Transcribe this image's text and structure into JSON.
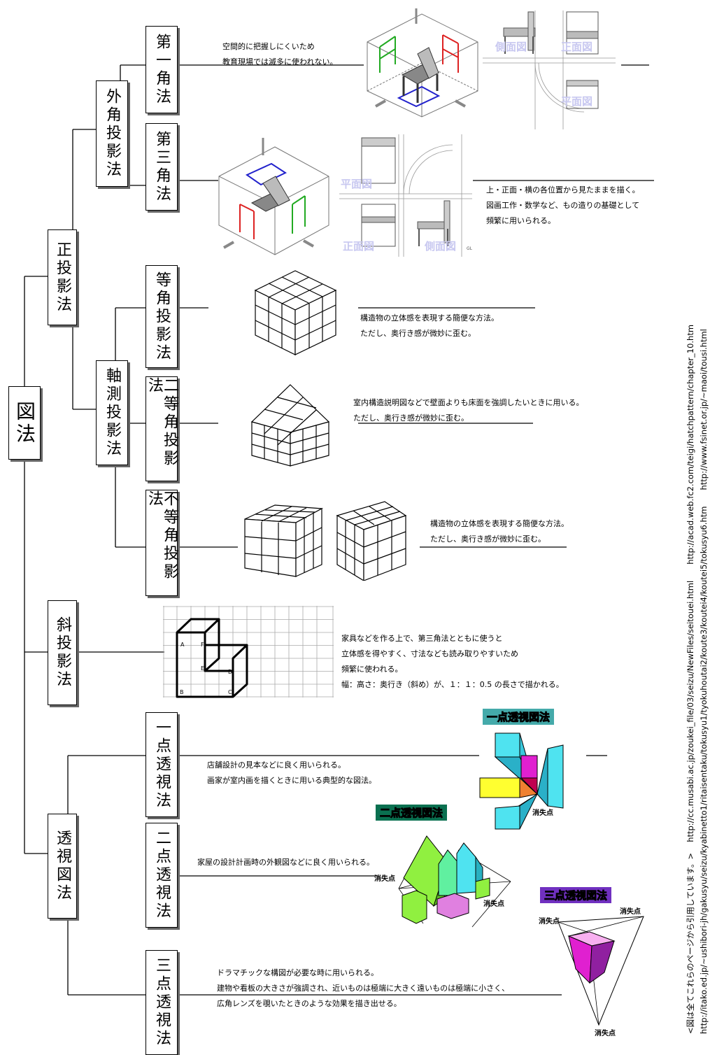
{
  "nodes": {
    "root": "図法",
    "seito": "正投影法",
    "gaikaku": "外角投影法",
    "daiichi": "第一角法",
    "daisan": "第三角法",
    "jikusoku": "軸測投影法",
    "tokaku": "等角投影法",
    "nitokaku": "二等角投影法",
    "futokaku": "不等角投影法",
    "shato": "斜投影法",
    "toshi": "透視図法",
    "itten": "一点透視法",
    "niten": "二点透視法",
    "santen": "三点透視法"
  },
  "descriptions": {
    "daiichi": [
      "空間的に把握しにくいため",
      "教育現場では滅多に使われない。"
    ],
    "daisan": [
      "上・正面・横の各位置から見たままを描く。",
      "図画工作・数学など、もの造りの基礎として",
      "頻繁に用いられる。"
    ],
    "tokaku": [
      "構造物の立体感を表現する簡便な方法。",
      "ただし、奥行き感が微妙に歪む。"
    ],
    "nitokaku": [
      "室内構造説明図などで壁面よりも床面を強調したいときに用いる。",
      "ただし、奥行き感が微妙に歪む。"
    ],
    "futokaku": [
      "構造物の立体感を表現する簡便な方法。",
      "ただし、奥行き感が微妙に歪む。"
    ],
    "shato": [
      "家具などを作る上で、第三角法とともに使うと",
      "立体感を得やすく、寸法なども読み取りやすいため",
      "頻繁に使われる。",
      "幅：高さ：奥行き（斜め）が、１：１：0.5 の長さで描かれる。"
    ],
    "itten": [
      "店舗設計の見本などに良く用いられる。",
      "画家が室内画を描くときに用いる典型的な図法。"
    ],
    "niten": [
      "家屋の設計計画時の外観図などに良く用いられる。"
    ],
    "santen": [
      "ドラマチックな構図が必要な時に用いられる。",
      "建物や看板の大きさが強調され、近いものは極端に大きく遠いものは極端に小さく、",
      "広角レンズを覗いたときのような効果を描き出せる。"
    ]
  },
  "figure_labels": {
    "side_view": "側面図",
    "front_view": "正面図",
    "plan_view": "平面図",
    "gl": "GL",
    "point_labels": [
      "A",
      "F",
      "E",
      "D",
      "B",
      "C"
    ],
    "vanishing_point": "消失点",
    "itten_title": "一点透視図法",
    "niten_title": "二点透視図法",
    "santen_title": "三点透視図法"
  },
  "references": [
    "<図は全てこれらのページから引用しています。>　 http://cc.musabi.ac.jp/zoukei_file/03/seizu/NewFiles/seitouei.html　　http://acad.web.fc2.com/teigi/hatchpattern/chapter_10.htm",
    "http://itako.ed.jp/~ushibori-jh/gakusyu/seizu/kyabinetto1/ritaisentaku/tokusyu1/tyokuhoutai2/koute3/koutei4/koutei5/tokusyu6.htm　　http://www.fsinet.or.jp/~maoi/tousi.html"
  ],
  "colors": {
    "ghost_label": "#c8c8f0",
    "cyan": "#4fe3f0",
    "magenta": "#e020d0",
    "yellow": "#ffff30",
    "green": "#90f040",
    "purple": "#b050e0"
  }
}
